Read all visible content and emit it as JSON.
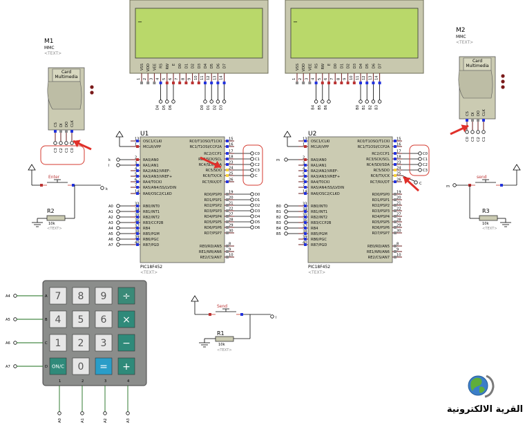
{
  "lcd_left": {
    "cursor": "_",
    "pins": [
      "VSS",
      "VDD",
      "VEE",
      "RS",
      "RW",
      "E",
      "D0",
      "D1",
      "D2",
      "D3",
      "D4",
      "D5",
      "D6",
      "D7"
    ],
    "pin_numbers": [
      "1",
      "2",
      "3",
      "4",
      "5",
      "6",
      "7",
      "8",
      "9",
      "10",
      "11",
      "12",
      "13",
      "14"
    ],
    "net_labels": [
      "D4",
      "D5",
      "D6",
      "D0",
      "D1",
      "D2",
      "D3"
    ]
  },
  "lcd_right": {
    "cursor": "_",
    "pins": [
      "VSS",
      "VDD",
      "VEE",
      "RS",
      "RW",
      "E",
      "D0",
      "D1",
      "D2",
      "D3",
      "D4",
      "D5",
      "D6",
      "D7"
    ],
    "pin_numbers": [
      "1",
      "2",
      "3",
      "4",
      "5",
      "6",
      "7",
      "8",
      "9",
      "10",
      "11",
      "12",
      "13",
      "14"
    ],
    "net_labels": [
      "B4",
      "B5",
      "B6",
      "B0",
      "B1",
      "B2",
      "B3"
    ]
  },
  "card_m1": {
    "ref": "M1",
    "type": "MMC",
    "text": "<TEXT>",
    "title": "Card\nMultimedia",
    "pins": [
      "CS",
      "DI",
      "DO",
      "CLK"
    ],
    "net_labels": [
      "C3",
      "C2",
      "C1",
      "C0"
    ]
  },
  "card_m2": {
    "ref": "M2",
    "type": "MMC",
    "text": "<TEXT>",
    "title": "Card\nMultimedia",
    "pins": [
      "CS",
      "DI",
      "DO",
      "CLK"
    ],
    "net_labels": [
      "C0",
      "C3",
      "C2",
      "C1"
    ]
  },
  "u1": {
    "ref": "U1",
    "part": "PIC18F452",
    "text": "<TEXT>",
    "left_pins": [
      {
        "num": "13",
        "name": "OSC1/CLKI"
      },
      {
        "num": "1",
        "name": "MCLR/VPP"
      },
      {
        "num": "2",
        "name": "RA0/AN0"
      },
      {
        "num": "3",
        "name": "RA1/AN1"
      },
      {
        "num": "4",
        "name": "RA2/AN2/VREF-"
      },
      {
        "num": "5",
        "name": "RA3/AN3/VREF+"
      },
      {
        "num": "6",
        "name": "RA4/T0CKI"
      },
      {
        "num": "7",
        "name": "RA5/AN4/SS/LVDIN"
      },
      {
        "num": "14",
        "name": "RA6/OSC2/CLKO"
      },
      {
        "num": "33",
        "name": "RB0/INT0"
      },
      {
        "num": "34",
        "name": "RB1/INT1"
      },
      {
        "num": "35",
        "name": "RB2/INT2"
      },
      {
        "num": "36",
        "name": "RB3/CCP2B"
      },
      {
        "num": "37",
        "name": "RB4"
      },
      {
        "num": "38",
        "name": "RB5/PGM"
      },
      {
        "num": "39",
        "name": "RB6/PGC"
      },
      {
        "num": "40",
        "name": "RB7/PGD"
      }
    ],
    "right_pins": [
      {
        "num": "15",
        "name": "RC0/T1OSO/T1CKI"
      },
      {
        "num": "16",
        "name": "RC1/T1OSI/CCP2A"
      },
      {
        "num": "17",
        "name": "RC2/CCP1"
      },
      {
        "num": "18",
        "name": "RC3/SCK/SCL"
      },
      {
        "num": "23",
        "name": "RC4/SDI/SDA"
      },
      {
        "num": "24",
        "name": "RC5/SDO"
      },
      {
        "num": "25",
        "name": "RC6/TX/CK"
      },
      {
        "num": "26",
        "name": "RC7/RX/DT"
      },
      {
        "num": "19",
        "name": "RD0/PSP0"
      },
      {
        "num": "20",
        "name": "RD1/PSP1"
      },
      {
        "num": "21",
        "name": "RD2/PSP2"
      },
      {
        "num": "22",
        "name": "RD3/PSP3"
      },
      {
        "num": "27",
        "name": "RD4/PSP4"
      },
      {
        "num": "28",
        "name": "RD5/PSP5"
      },
      {
        "num": "29",
        "name": "RD6/PSP6"
      },
      {
        "num": "30",
        "name": "RD7/PSP7"
      },
      {
        "num": "8",
        "name": "RE0/RD/AN5"
      },
      {
        "num": "9",
        "name": "RE1/WR/AN6"
      },
      {
        "num": "10",
        "name": "RE2/CS/AN7"
      }
    ],
    "left_nets": [
      "",
      "",
      "k",
      "l",
      "",
      "",
      "",
      "",
      "",
      "A0",
      "A1",
      "A2",
      "A3",
      "A4",
      "A5",
      "A6",
      "A7"
    ],
    "right_nets_c": [
      "C0",
      "C1",
      "C2",
      "C3",
      "C"
    ],
    "right_nets_d": [
      "D0",
      "D1",
      "D2",
      "D3",
      "D4",
      "D5",
      "D6"
    ]
  },
  "u2": {
    "ref": "U2",
    "part": "PIC18F452",
    "text": "<TEXT>",
    "left_nets": [
      "",
      "",
      "m",
      "",
      "",
      "",
      "",
      "",
      "",
      "B0",
      "B1",
      "B2",
      "B3",
      "B4",
      "B5",
      "",
      ""
    ],
    "right_nets_c": [
      "C0",
      "C1",
      "C2",
      "C3"
    ],
    "extra_net": "C"
  },
  "buttons": [
    {
      "label": "Enter",
      "net": "k"
    },
    {
      "label": "send",
      "net": "m"
    },
    {
      "label": "Send",
      "net": "l"
    }
  ],
  "resistors": [
    {
      "ref": "R2",
      "value": "10k",
      "text": "<TEXT>"
    },
    {
      "ref": "R3",
      "value": "10k",
      "text": "<TEXT>"
    },
    {
      "ref": "R1",
      "value": "10k",
      "text": "<TEXT>"
    }
  ],
  "keypad": {
    "keys": [
      [
        "7",
        "8",
        "9",
        "÷"
      ],
      [
        "4",
        "5",
        "6",
        "×"
      ],
      [
        "1",
        "2",
        "3",
        "−"
      ],
      [
        "ON/C",
        "0",
        "=",
        "+"
      ]
    ],
    "row_labels": [
      "A",
      "B",
      "C",
      "D"
    ],
    "row_nets": [
      "A4",
      "A5",
      "A6",
      "A7"
    ],
    "col_labels": [
      "1",
      "2",
      "3",
      "4"
    ],
    "col_nets": [
      "A0",
      "A1",
      "A2",
      "A3"
    ]
  },
  "logo_text": "القرية الالكترونية",
  "colors": {
    "lcd_screen": "#b9d86a",
    "ic_body": "#cbcbb2",
    "keypad": "#8b8d8b",
    "wire_green": "#1a6d1a",
    "highlight_red": "#e0302a",
    "pin_blue": "#2233dd"
  }
}
